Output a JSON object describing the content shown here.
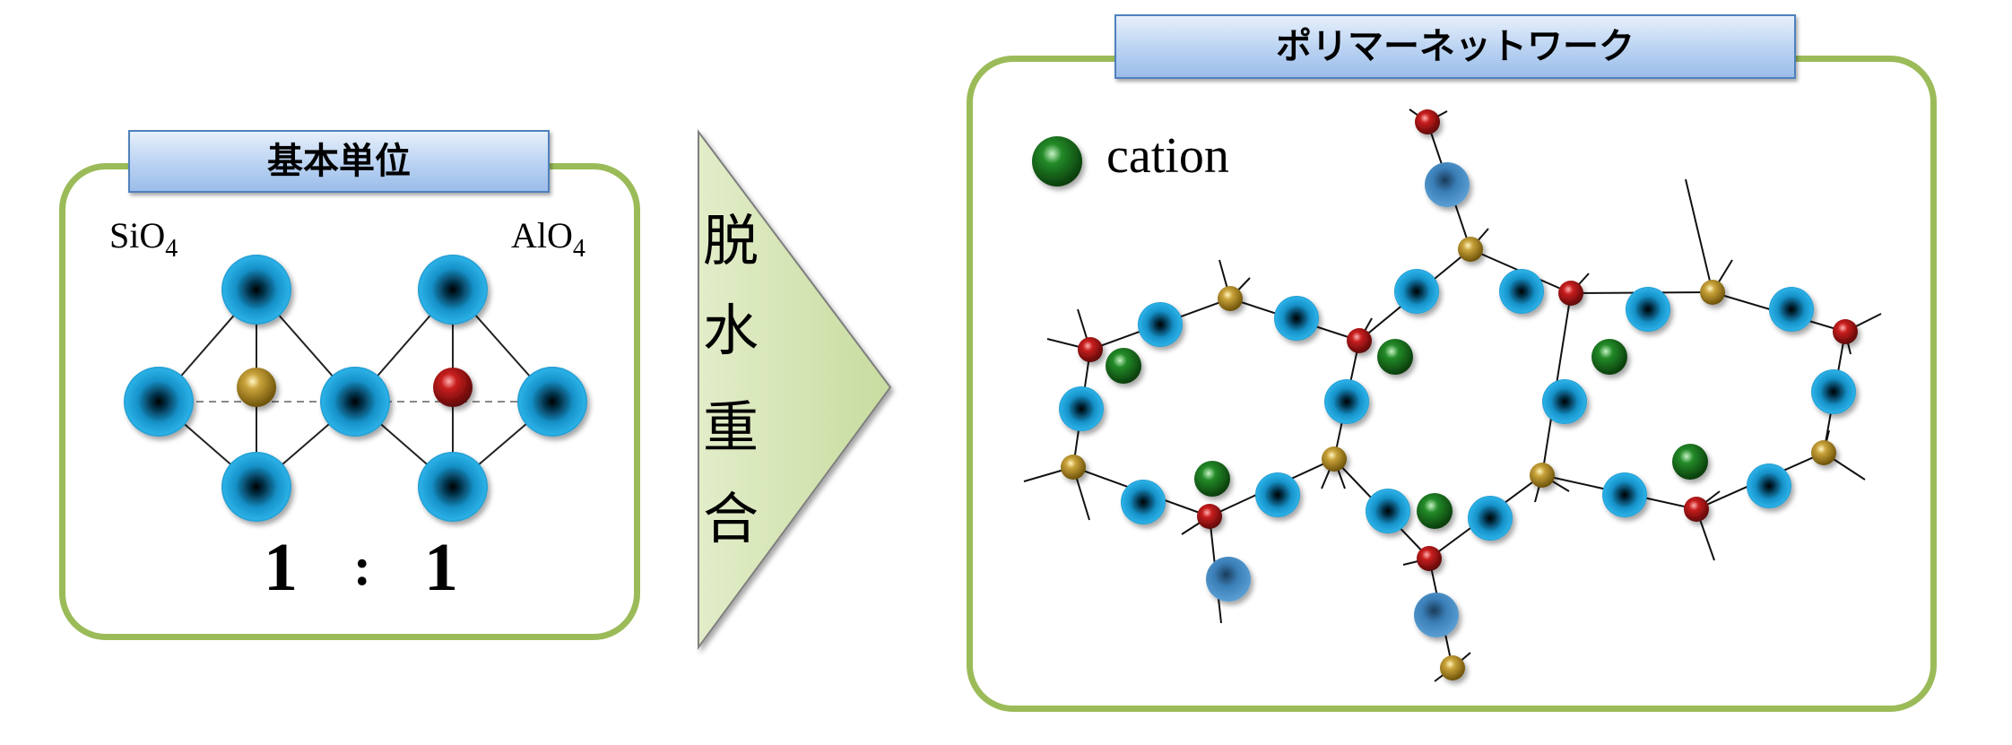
{
  "left_panel": {
    "title": "基本単位",
    "label_left": "SiO",
    "label_left_sub": "4",
    "label_right": "AlO",
    "label_right_sub": "4",
    "ratio_left": "1",
    "ratio_sep": ":",
    "ratio_right": "1"
  },
  "arrow": {
    "chars": [
      "脱",
      "水",
      "重",
      "合"
    ]
  },
  "right_panel": {
    "title": "ポリマーネットワーク",
    "legend_label": "cation"
  },
  "colors": {
    "panel_border": "#9bbb59",
    "header_fill": "#b9d2f2",
    "oxygen": "#1f9fd8",
    "silicon": "#b08a1e",
    "aluminum": "#b01818",
    "cation": "#1c7a20",
    "arrow_fill": "#d7e4bd"
  }
}
